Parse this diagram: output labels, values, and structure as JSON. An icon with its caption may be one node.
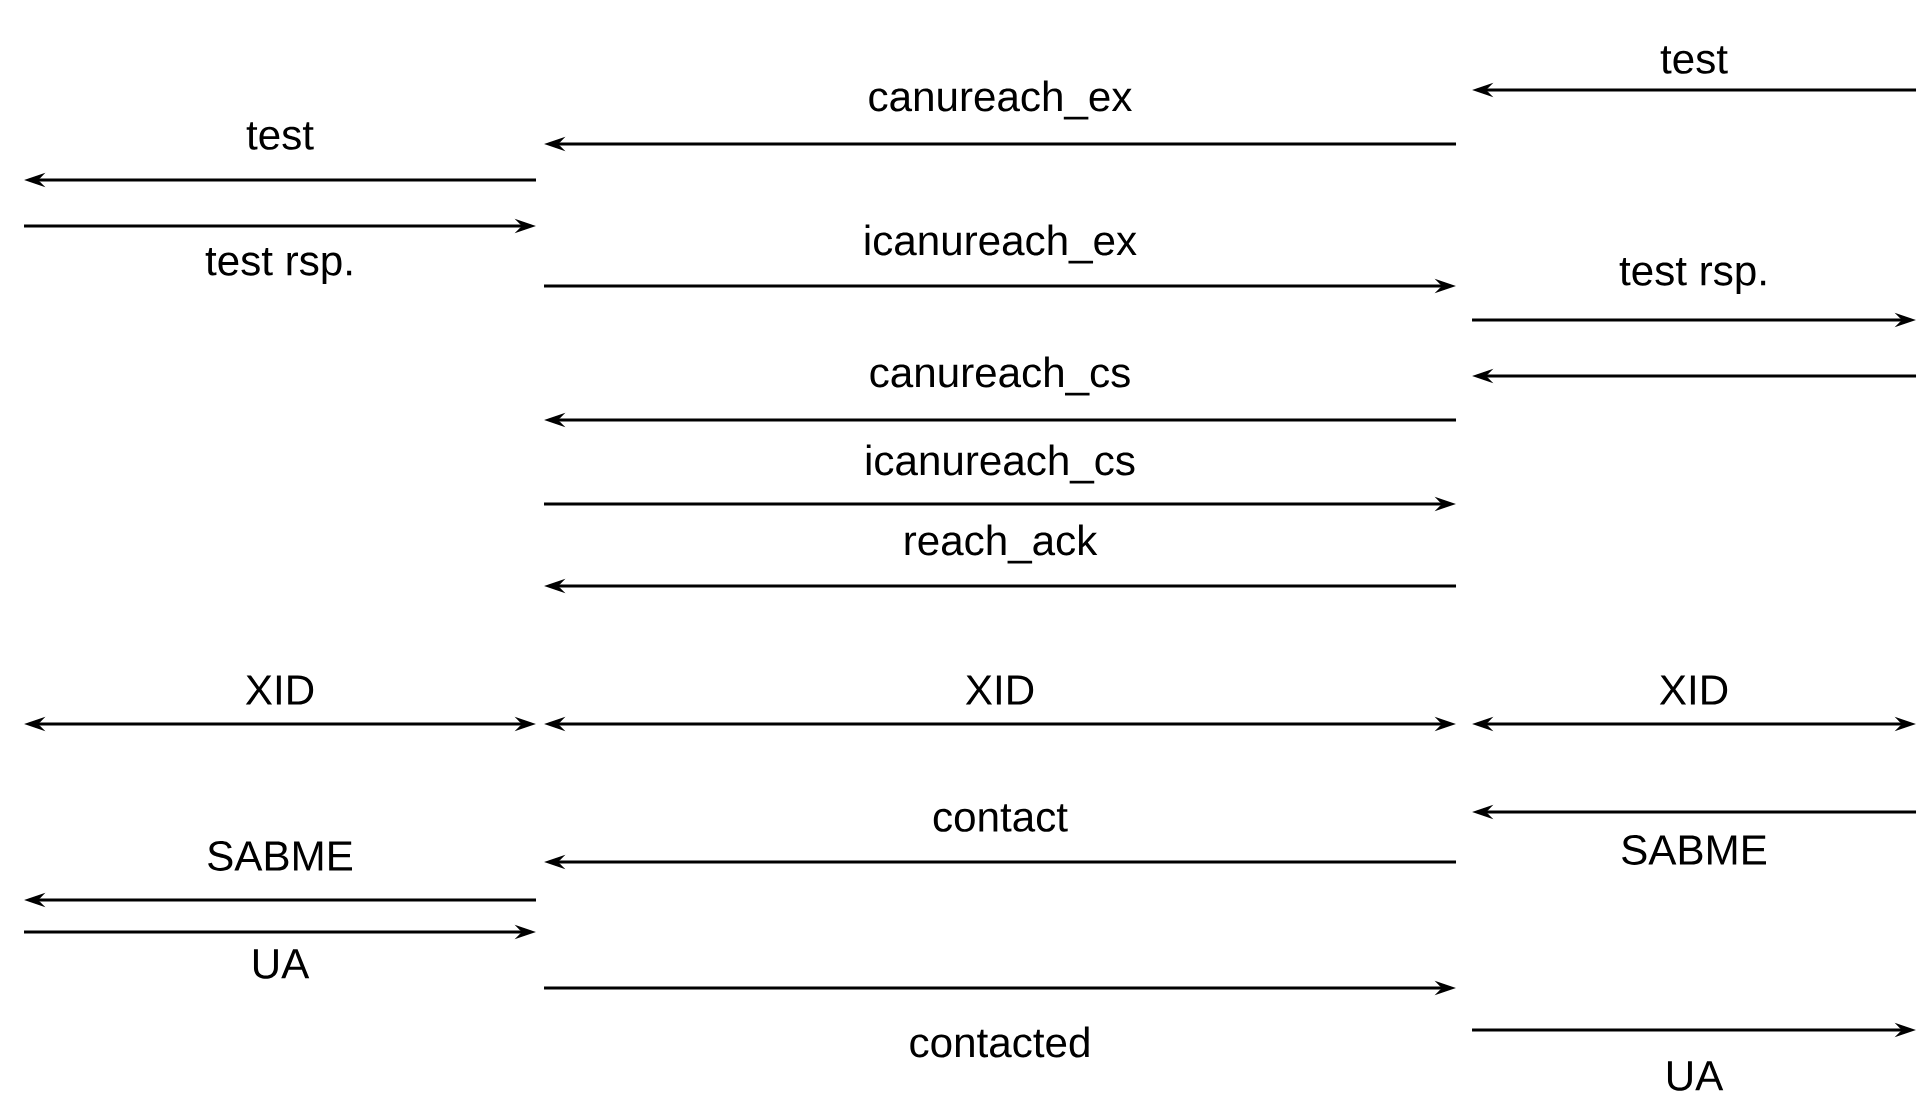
{
  "diagram": {
    "labels": [
      "test",
      "canureach_ex",
      "test",
      "test rsp.",
      "icanureach_ex",
      "test rsp.",
      "canureach_cs",
      "icanureach_cs",
      "reach_ack",
      "XID",
      "XID",
      "XID",
      "contact",
      "SABME",
      "SABME",
      "UA",
      "contacted",
      "UA"
    ]
  }
}
